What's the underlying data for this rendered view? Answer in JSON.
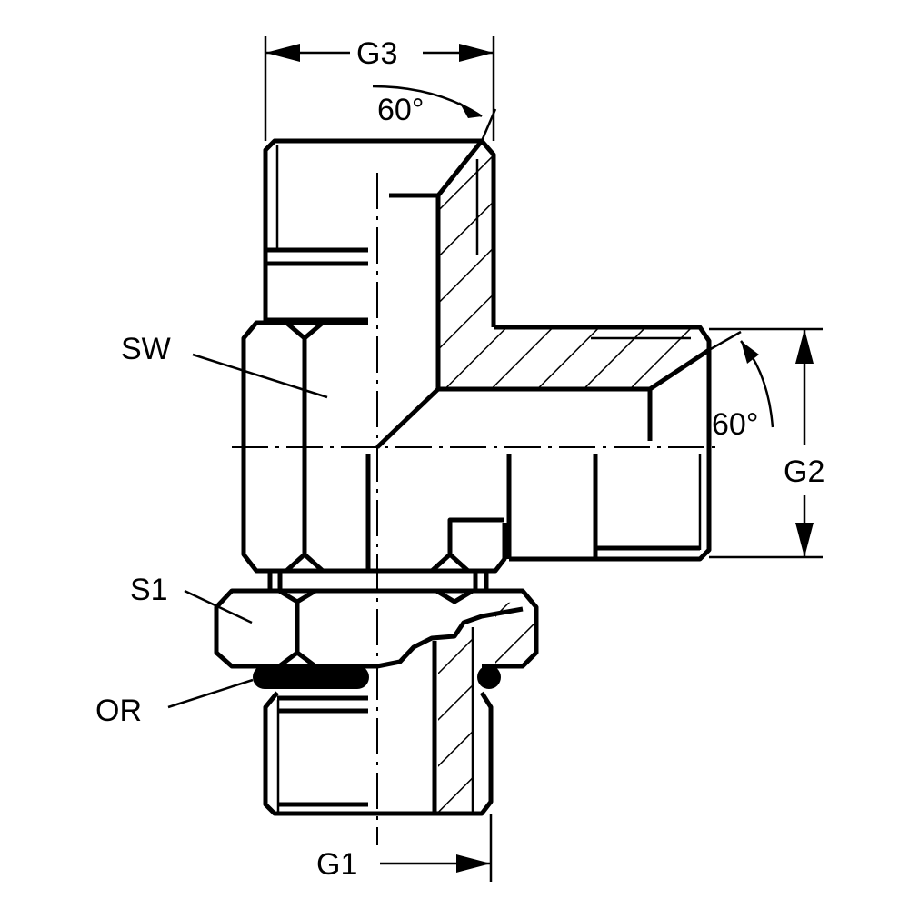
{
  "diagram": {
    "labels": {
      "g3": "G3",
      "g2": "G2",
      "g1": "G1",
      "angle_top": "60°",
      "angle_right": "60°",
      "sw": "SW",
      "s1": "S1",
      "or": "OR"
    },
    "colors": {
      "line": "#000000",
      "background": "#ffffff"
    }
  }
}
